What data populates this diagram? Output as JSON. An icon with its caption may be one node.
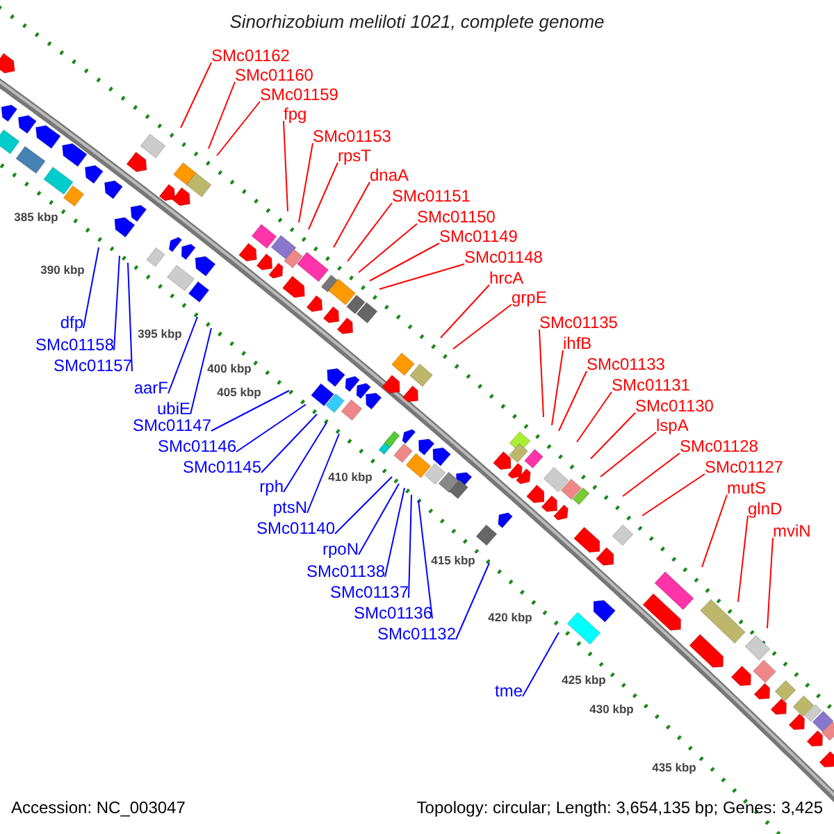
{
  "diagram": {
    "title": "Sinorhizobium meliloti 1021, complete genome",
    "nodes": [
      {
        "text": [
          "SMc01162"
        ]
      },
      {
        "text": [
          "SMc01160"
        ]
      },
      {
        "text": [
          "SMc01159"
        ]
      },
      {
        "text": [
          "fpg"
        ]
      },
      {
        "text": [
          "SMc01153"
        ]
      },
      {
        "text": [
          "rpsT"
        ]
      },
      {
        "text": [
          "dnaA"
        ]
      },
      {
        "text": [
          "SMc01151"
        ]
      },
      {
        "text": [
          "SMc01150"
        ]
      },
      {
        "text": [
          "SMc01149"
        ]
      },
      {
        "text": [
          "SMc01148"
        ]
      },
      {
        "text": [
          "hrcA"
        ]
      },
      {
        "text": [
          "grpE"
        ]
      },
      {
        "text": [
          "SMc01135"
        ]
      },
      {
        "text": [
          "ihfB"
        ]
      },
      {
        "text": [
          "SMc01133"
        ]
      },
      {
        "text": [
          "SMc01131"
        ]
      },
      {
        "text": [
          "SMc01130"
        ]
      },
      {
        "text": [
          "lspA"
        ]
      },
      {
        "text": [
          "SMc01128"
        ]
      },
      {
        "text": [
          "SMc01127"
        ]
      },
      {
        "text": [
          "mutS"
        ]
      },
      {
        "text": [
          "glnD"
        ]
      },
      {
        "text": [
          "mviN"
        ]
      },
      {
        "text": [
          "dfp"
        ]
      },
      {
        "text": [
          "SMc01158"
        ]
      },
      {
        "text": [
          "SMc01157"
        ]
      },
      {
        "text": [
          "aarF"
        ]
      },
      {
        "text": [
          "ubiE"
        ]
      },
      {
        "text": [
          "SMc01147"
        ]
      },
      {
        "text": [
          "SMc01146"
        ]
      },
      {
        "text": [
          "SMc01145"
        ]
      },
      {
        "text": [
          "rph"
        ]
      },
      {
        "text": [
          "ptsN"
        ]
      },
      {
        "text": [
          "SMc01140"
        ]
      },
      {
        "text": [
          "rpoN"
        ]
      },
      {
        "text": [
          "SMc01138"
        ]
      },
      {
        "text": [
          "SMc01137"
        ]
      },
      {
        "text": [
          "SMc01136"
        ]
      },
      {
        "text": [
          "SMc01132"
        ]
      },
      {
        "text": [
          "tme"
        ]
      }
    ],
    "edges": [
      {
        "from": 0,
        "to": null,
        "arrow": "none"
      },
      {
        "from": 1,
        "to": null,
        "arrow": "none"
      },
      {
        "from": 2,
        "to": null,
        "arrow": "none"
      },
      {
        "from": 3,
        "to": null,
        "arrow": "none"
      },
      {
        "from": 4,
        "to": null,
        "arrow": "none"
      },
      {
        "from": 5,
        "to": null,
        "arrow": "none"
      },
      {
        "from": 6,
        "to": null,
        "arrow": "none"
      },
      {
        "from": 7,
        "to": null,
        "arrow": "none"
      },
      {
        "from": 8,
        "to": null,
        "arrow": "none"
      },
      {
        "from": 9,
        "to": null,
        "arrow": "none"
      },
      {
        "from": 10,
        "to": null,
        "arrow": "none"
      },
      {
        "from": 11,
        "to": null,
        "arrow": "none"
      },
      {
        "from": 12,
        "to": null,
        "arrow": "none"
      },
      {
        "from": 13,
        "to": null,
        "arrow": "none"
      },
      {
        "from": 14,
        "to": null,
        "arrow": "none"
      },
      {
        "from": 15,
        "to": null,
        "arrow": "none"
      },
      {
        "from": 16,
        "to": null,
        "arrow": "none"
      },
      {
        "from": 17,
        "to": null,
        "arrow": "none"
      },
      {
        "from": 18,
        "to": null,
        "arrow": "none"
      },
      {
        "from": 19,
        "to": null,
        "arrow": "none"
      },
      {
        "from": 20,
        "to": null,
        "arrow": "none"
      },
      {
        "from": 21,
        "to": null,
        "arrow": "none"
      },
      {
        "from": 22,
        "to": null,
        "arrow": "none"
      },
      {
        "from": 23,
        "to": null,
        "arrow": "none"
      },
      {
        "from": 24,
        "to": null,
        "arrow": "none",
        "color": "#0000ff"
      },
      {
        "from": 25,
        "to": null,
        "arrow": "none",
        "color": "#0000ff"
      },
      {
        "from": 26,
        "to": null,
        "arrow": "none",
        "color": "#0000ff"
      },
      {
        "from": 27,
        "to": null,
        "arrow": "none",
        "color": "#0000ff"
      },
      {
        "from": 28,
        "to": null,
        "arrow": "none",
        "color": "#0000ff"
      },
      {
        "from": 29,
        "to": null,
        "arrow": "none",
        "color": "#0000ff"
      },
      {
        "from": 30,
        "to": null,
        "arrow": "none",
        "color": "#0000ff"
      },
      {
        "from": 31,
        "to": null,
        "arrow": "none",
        "color": "#0000ff"
      },
      {
        "from": 32,
        "to": null,
        "arrow": "none",
        "color": "#0000ff"
      },
      {
        "from": 33,
        "to": null,
        "arrow": "none",
        "color": "#0000ff"
      },
      {
        "from": 34,
        "to": null,
        "arrow": "none",
        "color": "#0000ff"
      },
      {
        "from": 35,
        "to": null,
        "arrow": "none",
        "color": "#0000ff"
      },
      {
        "from": 36,
        "to": null,
        "arrow": "none",
        "color": "#0000ff"
      },
      {
        "from": 37,
        "to": null,
        "arrow": "none",
        "color": "#0000ff"
      },
      {
        "from": 38,
        "to": null,
        "arrow": "none",
        "color": "#0000ff"
      },
      {
        "from": 39,
        "to": null,
        "arrow": "none",
        "color": "#0000ff"
      },
      {
        "from": 40,
        "to": null,
        "arrow": "none",
        "color": "#0000ff"
      }
    ],
    "labels": [
      "385 kbp",
      "390 kbp",
      "395 kbp",
      "400 kbp",
      "405 kbp",
      "410 kbp",
      "415 kbp",
      "420 kbp",
      "425 kbp",
      "430 kbp",
      "435 kbp",
      "Accession: NC_003047",
      "Topology: circular; Length: 3,654,135 bp; Genes: 3,425"
    ]
  }
}
